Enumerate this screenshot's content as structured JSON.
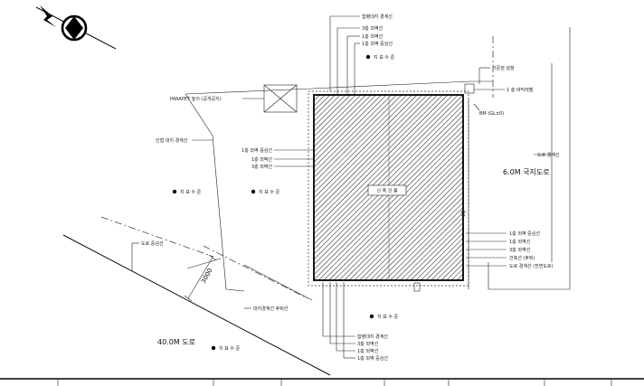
{
  "building": {
    "label": "신 축 건 물"
  },
  "roads": {
    "east": "6.0M 국지도로",
    "south": "40.0M 도로"
  },
  "dimension": {
    "setback": "3000"
  },
  "benchmarks": {
    "top": "지 표 수 준",
    "left": "지 표 수 준",
    "center": "지 표 수 준",
    "bottom_right": "지 표 수 준",
    "bottom_left": "지 표 수 준"
  },
  "top_callouts": [
    "합병대지 경계선",
    "3층 외벽선",
    "1층 외벽선",
    "1층 외벽 중심선"
  ],
  "left_callouts": [
    "1층 외벽 중심선",
    "1층 외벽선",
    "3층 외벽선"
  ],
  "right_callouts": [
    "1층 외벽 중심선",
    "1층 외벽선",
    "3층 외벽선",
    "건축선 (후퇴)",
    "도로 경계선 (전면도로)"
  ],
  "bottom_callouts": [
    "합병대지 경계선",
    "3층 외벽선",
    "1층 외벽선",
    "1층 외벽 중심선"
  ],
  "misc_labels": {
    "top_left_note": "PARAPET 높이 (공개공지)",
    "left_property": "인접 대지 경계선",
    "road_center_note": "도로 중심선",
    "east_road_line": "도로 경계선",
    "corner_note_1": "기준점 설정",
    "corner_note_2": "1 층 바닥레벨",
    "corner_note_3": "BM (GL±0)",
    "setback_note": "대지경계선 후퇴선",
    "vertical_mark": "1층"
  },
  "title_block": {
    "cells": [
      "",
      "",
      "",
      "",
      "",
      "",
      ""
    ]
  }
}
